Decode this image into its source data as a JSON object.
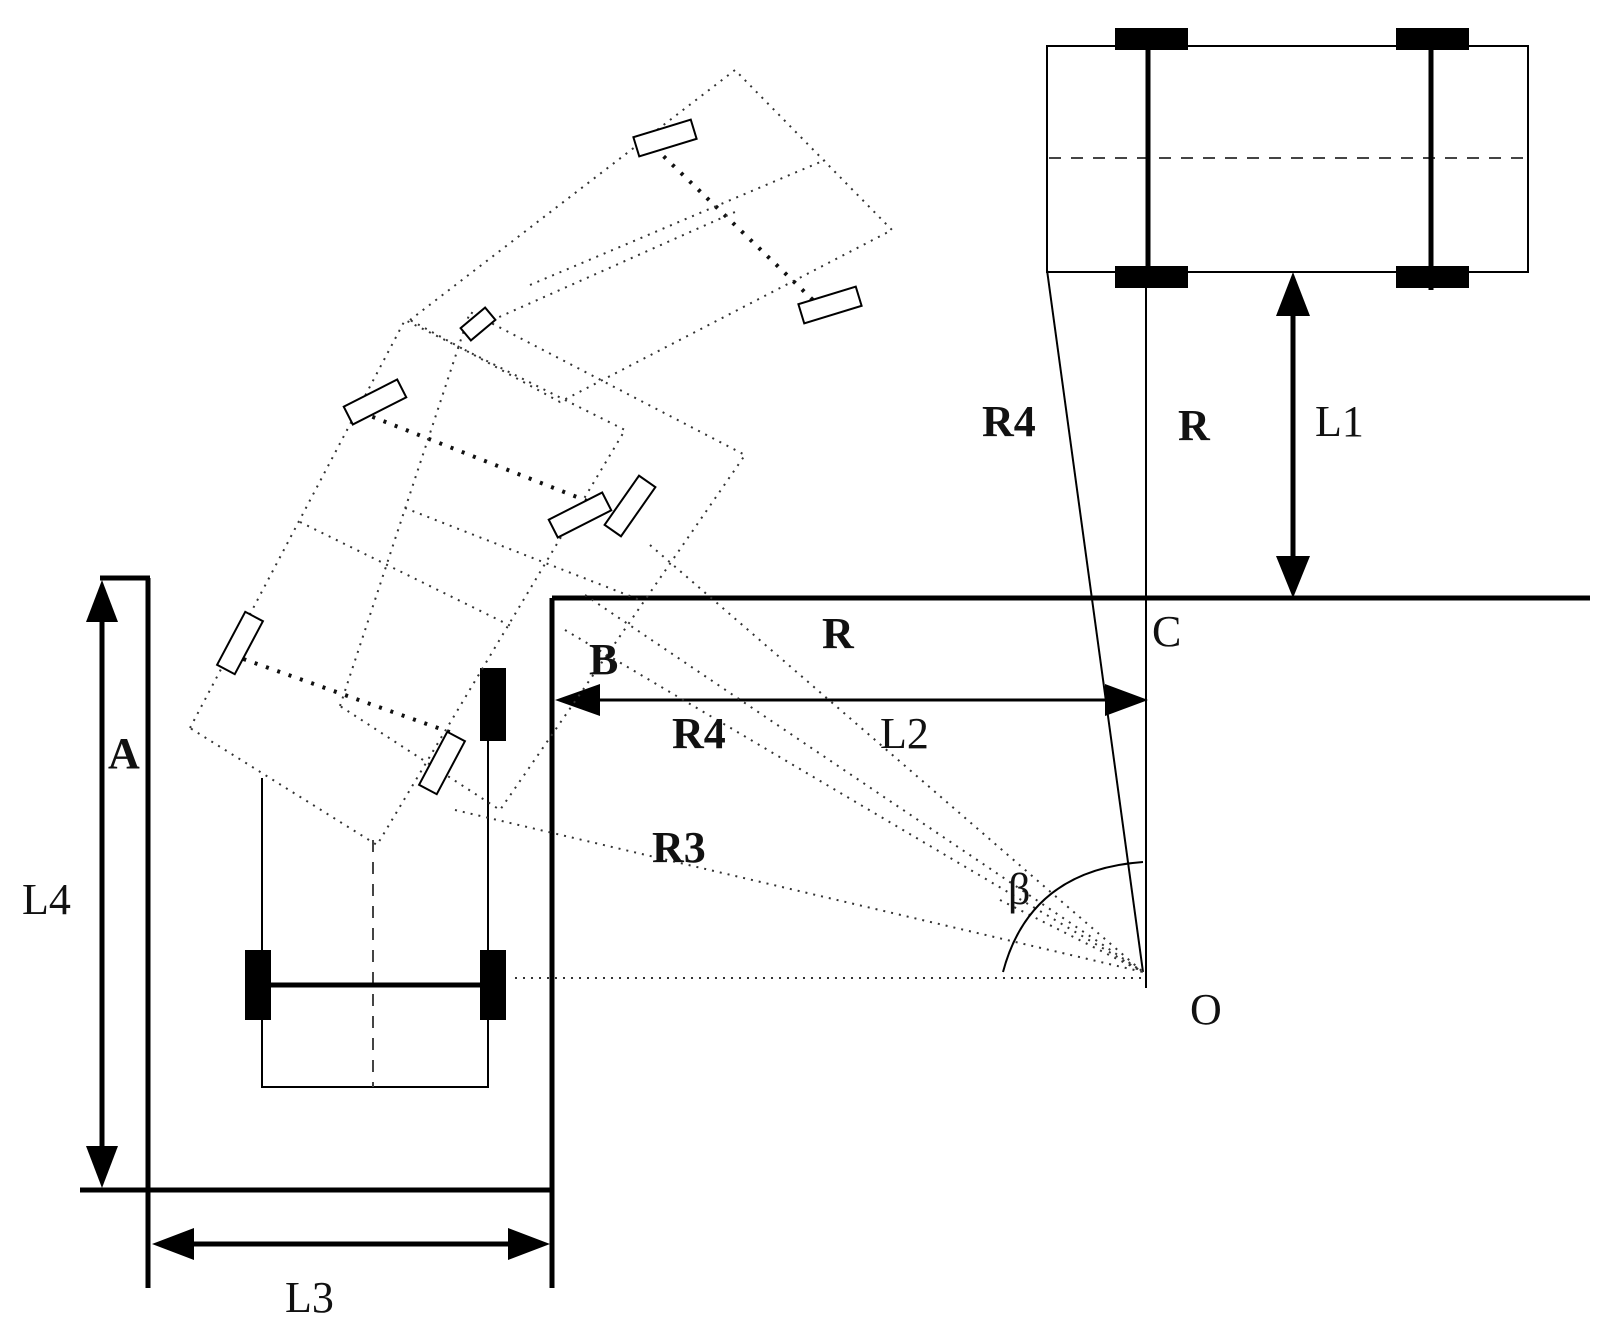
{
  "labels": {
    "A": "A",
    "B": "B",
    "C": "C",
    "O": "O",
    "R_top": "R",
    "R_mid": "R",
    "R4_top": "R4",
    "R4_mid": "R4",
    "R3": "R3",
    "L1": "L1",
    "L2": "L2",
    "L3": "L3",
    "L4": "L4",
    "beta": "β"
  }
}
